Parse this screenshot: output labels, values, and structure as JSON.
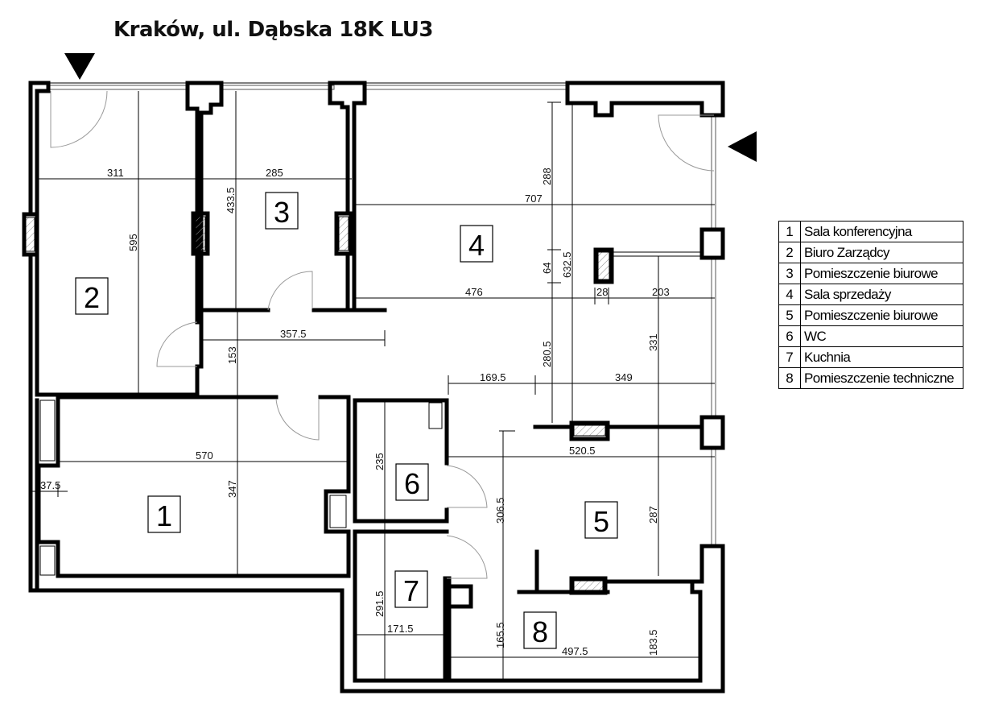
{
  "title": "Kraków, ul. Dąbska 18K LU3",
  "rooms": [
    "1",
    "2",
    "3",
    "4",
    "5",
    "6",
    "7",
    "8"
  ],
  "legend": [
    {
      "num": "1",
      "label": "Sala konferencyjna"
    },
    {
      "num": "2",
      "label": "Biuro Zarządcy"
    },
    {
      "num": "3",
      "label": "Pomieszczenie biurowe"
    },
    {
      "num": "4",
      "label": "Sala sprzedaży"
    },
    {
      "num": "5",
      "label": "Pomieszczenie biurowe"
    },
    {
      "num": "6",
      "label": "WC"
    },
    {
      "num": "7",
      "label": "Kuchnia"
    },
    {
      "num": "8",
      "label": "Pomieszczenie techniczne"
    }
  ],
  "dimensions": {
    "d311": "311",
    "d285": "285",
    "d595": "595",
    "d433_5": "433.5",
    "d357_5": "357.5",
    "d153": "153",
    "d707": "707",
    "d288": "288",
    "d64": "64",
    "d632_5": "632.5",
    "d476": "476",
    "d28": "28",
    "d203": "203",
    "d331": "331",
    "d280_5": "280.5",
    "d169_5": "169.5",
    "d349": "349",
    "d570": "570",
    "d37_5": "37.5",
    "d347": "347",
    "d235": "235",
    "d520_5": "520.5",
    "d306_5": "306.5",
    "d287": "287",
    "d291_5": "291.5",
    "d171_5": "171.5",
    "d165_5": "165.5",
    "d497_5": "497.5",
    "d183_5": "183.5"
  },
  "icons": {
    "entrance_top": "triangle-down-arrow",
    "entrance_right": "triangle-left-arrow"
  }
}
